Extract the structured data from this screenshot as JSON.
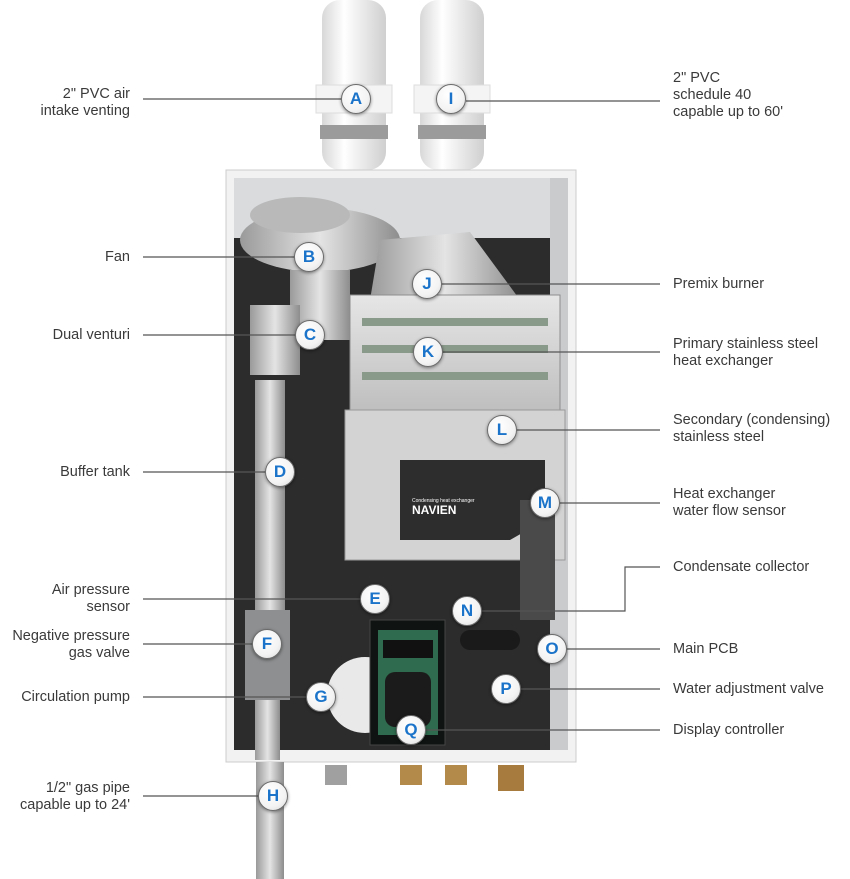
{
  "diagram": {
    "subject": "Navien condensing tankless water heater cutaway",
    "marker_color": "#1b74c9",
    "text_color": "#3a3a3a",
    "line_color": "#555555",
    "brand_text": "NAVIEN",
    "brand_subtext": "Condensing heat exchanger",
    "callouts": [
      {
        "letter": "A",
        "text": "2\" PVC air\nintake venting",
        "side": "left"
      },
      {
        "letter": "B",
        "text": "Fan",
        "side": "left"
      },
      {
        "letter": "C",
        "text": "Dual venturi",
        "side": "left"
      },
      {
        "letter": "D",
        "text": "Buffer tank",
        "side": "left"
      },
      {
        "letter": "E",
        "text": "Air pressure\nsensor",
        "side": "left"
      },
      {
        "letter": "F",
        "text": "Negative pressure\ngas valve",
        "side": "left"
      },
      {
        "letter": "G",
        "text": "Circulation pump",
        "side": "left"
      },
      {
        "letter": "H",
        "text": "1/2\" gas pipe\ncapable up to 24'",
        "side": "left"
      },
      {
        "letter": "I",
        "text": "2\" PVC\nschedule 40\ncapable up to 60'",
        "side": "right"
      },
      {
        "letter": "J",
        "text": "Premix burner",
        "side": "right"
      },
      {
        "letter": "K",
        "text": "Primary stainless steel\nheat exchanger",
        "side": "right"
      },
      {
        "letter": "L",
        "text": "Secondary (condensing)\nstainless steel",
        "side": "right"
      },
      {
        "letter": "M",
        "text": "Heat exchanger\nwater flow sensor",
        "side": "right"
      },
      {
        "letter": "N",
        "text": "Condensate collector",
        "side": "right"
      },
      {
        "letter": "O",
        "text": "Main PCB",
        "side": "right"
      },
      {
        "letter": "P",
        "text": "Water adjustment valve",
        "side": "right"
      },
      {
        "letter": "Q",
        "text": "Display controller",
        "side": "right"
      }
    ]
  }
}
